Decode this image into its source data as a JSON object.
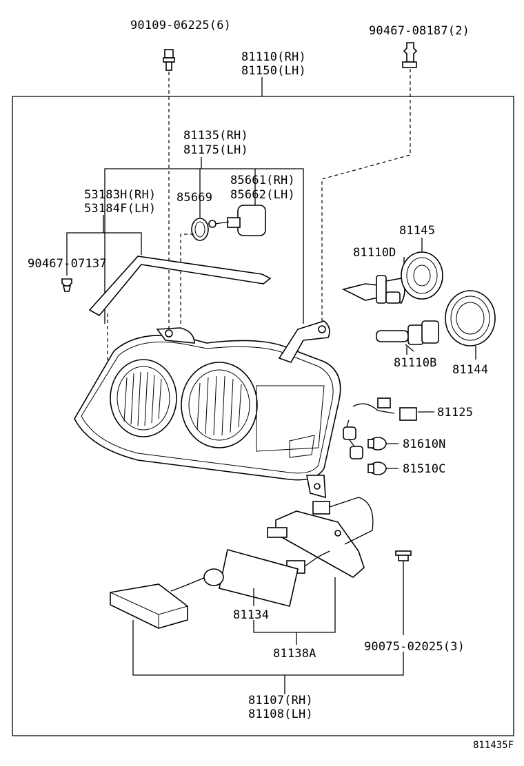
{
  "labels": {
    "bolt_top": "90109-06225(6)",
    "clip_top": "90467-08187(2)",
    "unit_rh": "81110(RH)",
    "unit_lh": "81150(LH)",
    "lens_rh": "81135(RH)",
    "lens_lh": "81175(LH)",
    "socket_rh": "85661(RH)",
    "socket_lh": "85662(LH)",
    "oring": "85669",
    "mold_rh": "53183H(RH)",
    "mold_lh": "53184F(LH)",
    "clip_side": "90467-07137",
    "cover": "81145",
    "bulb_d": "81110D",
    "bulb_b": "81110B",
    "cover2": "81144",
    "wire": "81125",
    "bulb_n": "81610N",
    "bulb_c": "81510C",
    "gasket": "81134",
    "bracket": "81138A",
    "screw": "90075-02025(3)",
    "comp_rh": "81107(RH)",
    "comp_lh": "81108(LH)",
    "figure_code": "811435F"
  }
}
